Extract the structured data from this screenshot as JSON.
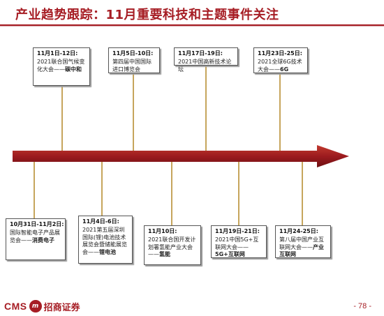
{
  "title": "产业趋势跟踪：11月重要科技和主题事件关注",
  "top_events": [
    {
      "date": "11月1日-12日:",
      "desc": "2021联合国气候变化大会——",
      "highlight": "碳中和"
    },
    {
      "date": "11月5日-10日:",
      "desc": "第四届中国国际进口博览会",
      "highlight": ""
    },
    {
      "date": "11月17日-19日:",
      "desc": "2021中国高新技术论坛",
      "highlight": ""
    },
    {
      "date": "11月23日-25日:",
      "desc": "2021全球6G技术大会——",
      "highlight": "6G"
    }
  ],
  "bottom_events": [
    {
      "date": "10月31日-11月2日:",
      "desc": "国际智能电子产品展览会——",
      "highlight": "消费电子"
    },
    {
      "date": "11月4日-6日:",
      "desc": "2021第五届深圳国际(锂)电池技术展览会暨储能展览会——",
      "highlight": "锂电池"
    },
    {
      "date": "11月10日:",
      "desc": "2021联合国开发计划署氢能产业大会——",
      "highlight": "氢能"
    },
    {
      "date": "11月19日-21日:",
      "desc": "2021中国5G+互联网大会——",
      "highlight": "5G+互联网"
    },
    {
      "date": "11月24-25日:",
      "desc": "第八届中国产业互联网大会——",
      "highlight": "产业互联网"
    }
  ],
  "footer": {
    "logo_text": "CMS",
    "logo_badge": "m",
    "logo_cn": "招商证券",
    "page": "- 78 -"
  },
  "colors": {
    "brand": "#a61d24",
    "connector": "#c6a55c"
  }
}
